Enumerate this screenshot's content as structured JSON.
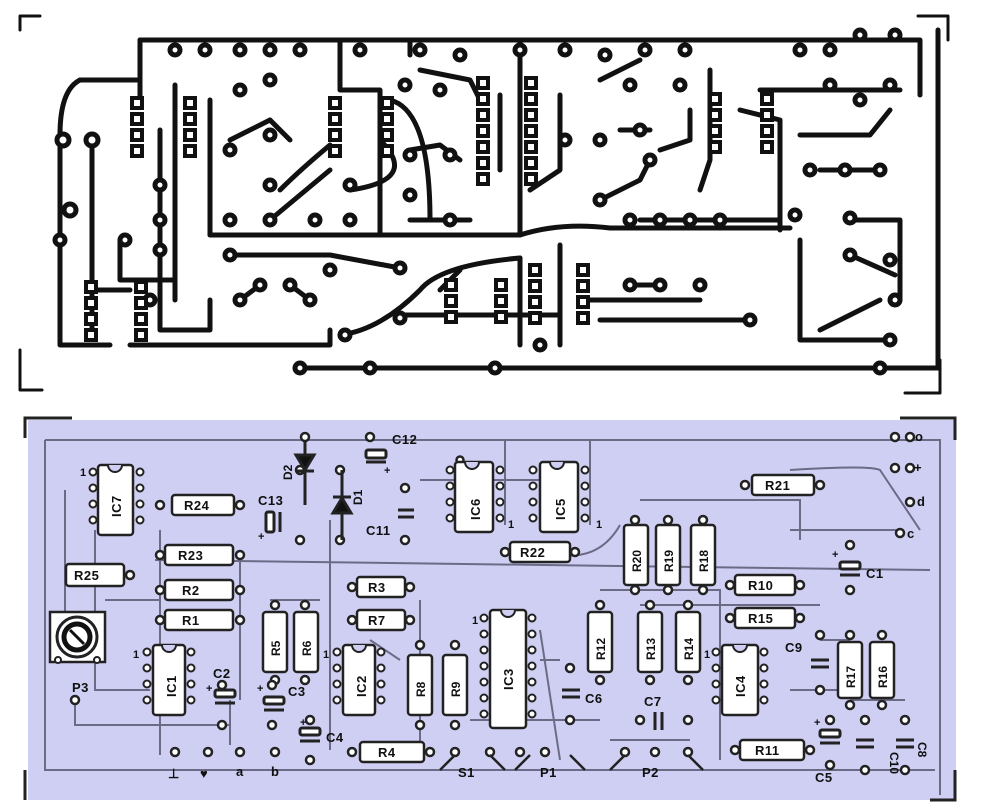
{
  "title": "",
  "copper_side": {
    "description_visible": false
  },
  "component_side": {
    "ics": [
      {
        "id": "ic7",
        "label": "IC7"
      },
      {
        "id": "ic6",
        "label": "IC6"
      },
      {
        "id": "ic5",
        "label": "IC5"
      },
      {
        "id": "ic1",
        "label": "IC1"
      },
      {
        "id": "ic2",
        "label": "IC2"
      },
      {
        "id": "ic3",
        "label": "IC3"
      },
      {
        "id": "ic4",
        "label": "IC4"
      }
    ],
    "resistors": [
      {
        "id": "r24",
        "label": "R24"
      },
      {
        "id": "r23",
        "label": "R23"
      },
      {
        "id": "r25",
        "label": "R25"
      },
      {
        "id": "r2",
        "label": "R2"
      },
      {
        "id": "r1",
        "label": "R1"
      },
      {
        "id": "r3",
        "label": "R3"
      },
      {
        "id": "r7",
        "label": "R7"
      },
      {
        "id": "r5",
        "label": "R5"
      },
      {
        "id": "r6",
        "label": "R6"
      },
      {
        "id": "r8",
        "label": "R8"
      },
      {
        "id": "r9",
        "label": "R9"
      },
      {
        "id": "r4",
        "label": "R4"
      },
      {
        "id": "r22",
        "label": "R22"
      },
      {
        "id": "r20",
        "label": "R20"
      },
      {
        "id": "r19",
        "label": "R19"
      },
      {
        "id": "r18",
        "label": "R18"
      },
      {
        "id": "r21",
        "label": "R21"
      },
      {
        "id": "r10",
        "label": "R10"
      },
      {
        "id": "r15",
        "label": "R15"
      },
      {
        "id": "r12",
        "label": "R12"
      },
      {
        "id": "r13",
        "label": "R13"
      },
      {
        "id": "r14",
        "label": "R14"
      },
      {
        "id": "r11",
        "label": "R11"
      },
      {
        "id": "r17",
        "label": "R17"
      },
      {
        "id": "r16",
        "label": "R16"
      }
    ],
    "capacitors": [
      {
        "id": "c12",
        "label": "C12"
      },
      {
        "id": "c13",
        "label": "C13"
      },
      {
        "id": "c11",
        "label": "C11"
      },
      {
        "id": "c2",
        "label": "C2"
      },
      {
        "id": "c3",
        "label": "C3"
      },
      {
        "id": "c4",
        "label": "C4"
      },
      {
        "id": "c6",
        "label": "C6"
      },
      {
        "id": "c7",
        "label": "C7"
      },
      {
        "id": "c1",
        "label": "C1"
      },
      {
        "id": "c9",
        "label": "C9"
      },
      {
        "id": "c5",
        "label": "C5"
      },
      {
        "id": "c10",
        "label": "C10"
      },
      {
        "id": "c8",
        "label": "C8"
      }
    ],
    "diodes": [
      {
        "id": "d2",
        "label": "D2"
      },
      {
        "id": "d1",
        "label": "D1"
      }
    ],
    "pot": {
      "label": "P3"
    },
    "pin1_marker": "1",
    "polarity_plus": "+",
    "connectors_right": [
      {
        "id": "o",
        "label": "o"
      },
      {
        "id": "plus",
        "label": "+"
      },
      {
        "id": "d",
        "label": "d"
      },
      {
        "id": "c",
        "label": "c"
      }
    ],
    "connectors_bottom": [
      {
        "id": "ground",
        "label": "⊥"
      },
      {
        "id": "heart",
        "label": "♥"
      },
      {
        "id": "a",
        "label": "a"
      },
      {
        "id": "b",
        "label": "b"
      },
      {
        "id": "s1",
        "label": "S1"
      },
      {
        "id": "p1",
        "label": "P1"
      },
      {
        "id": "p2",
        "label": "P2"
      }
    ]
  },
  "colors": {
    "copper": "#111111",
    "paper": "#ffffff",
    "component_fill": "#cfcff3",
    "component_stroke": "#2c2c44"
  }
}
